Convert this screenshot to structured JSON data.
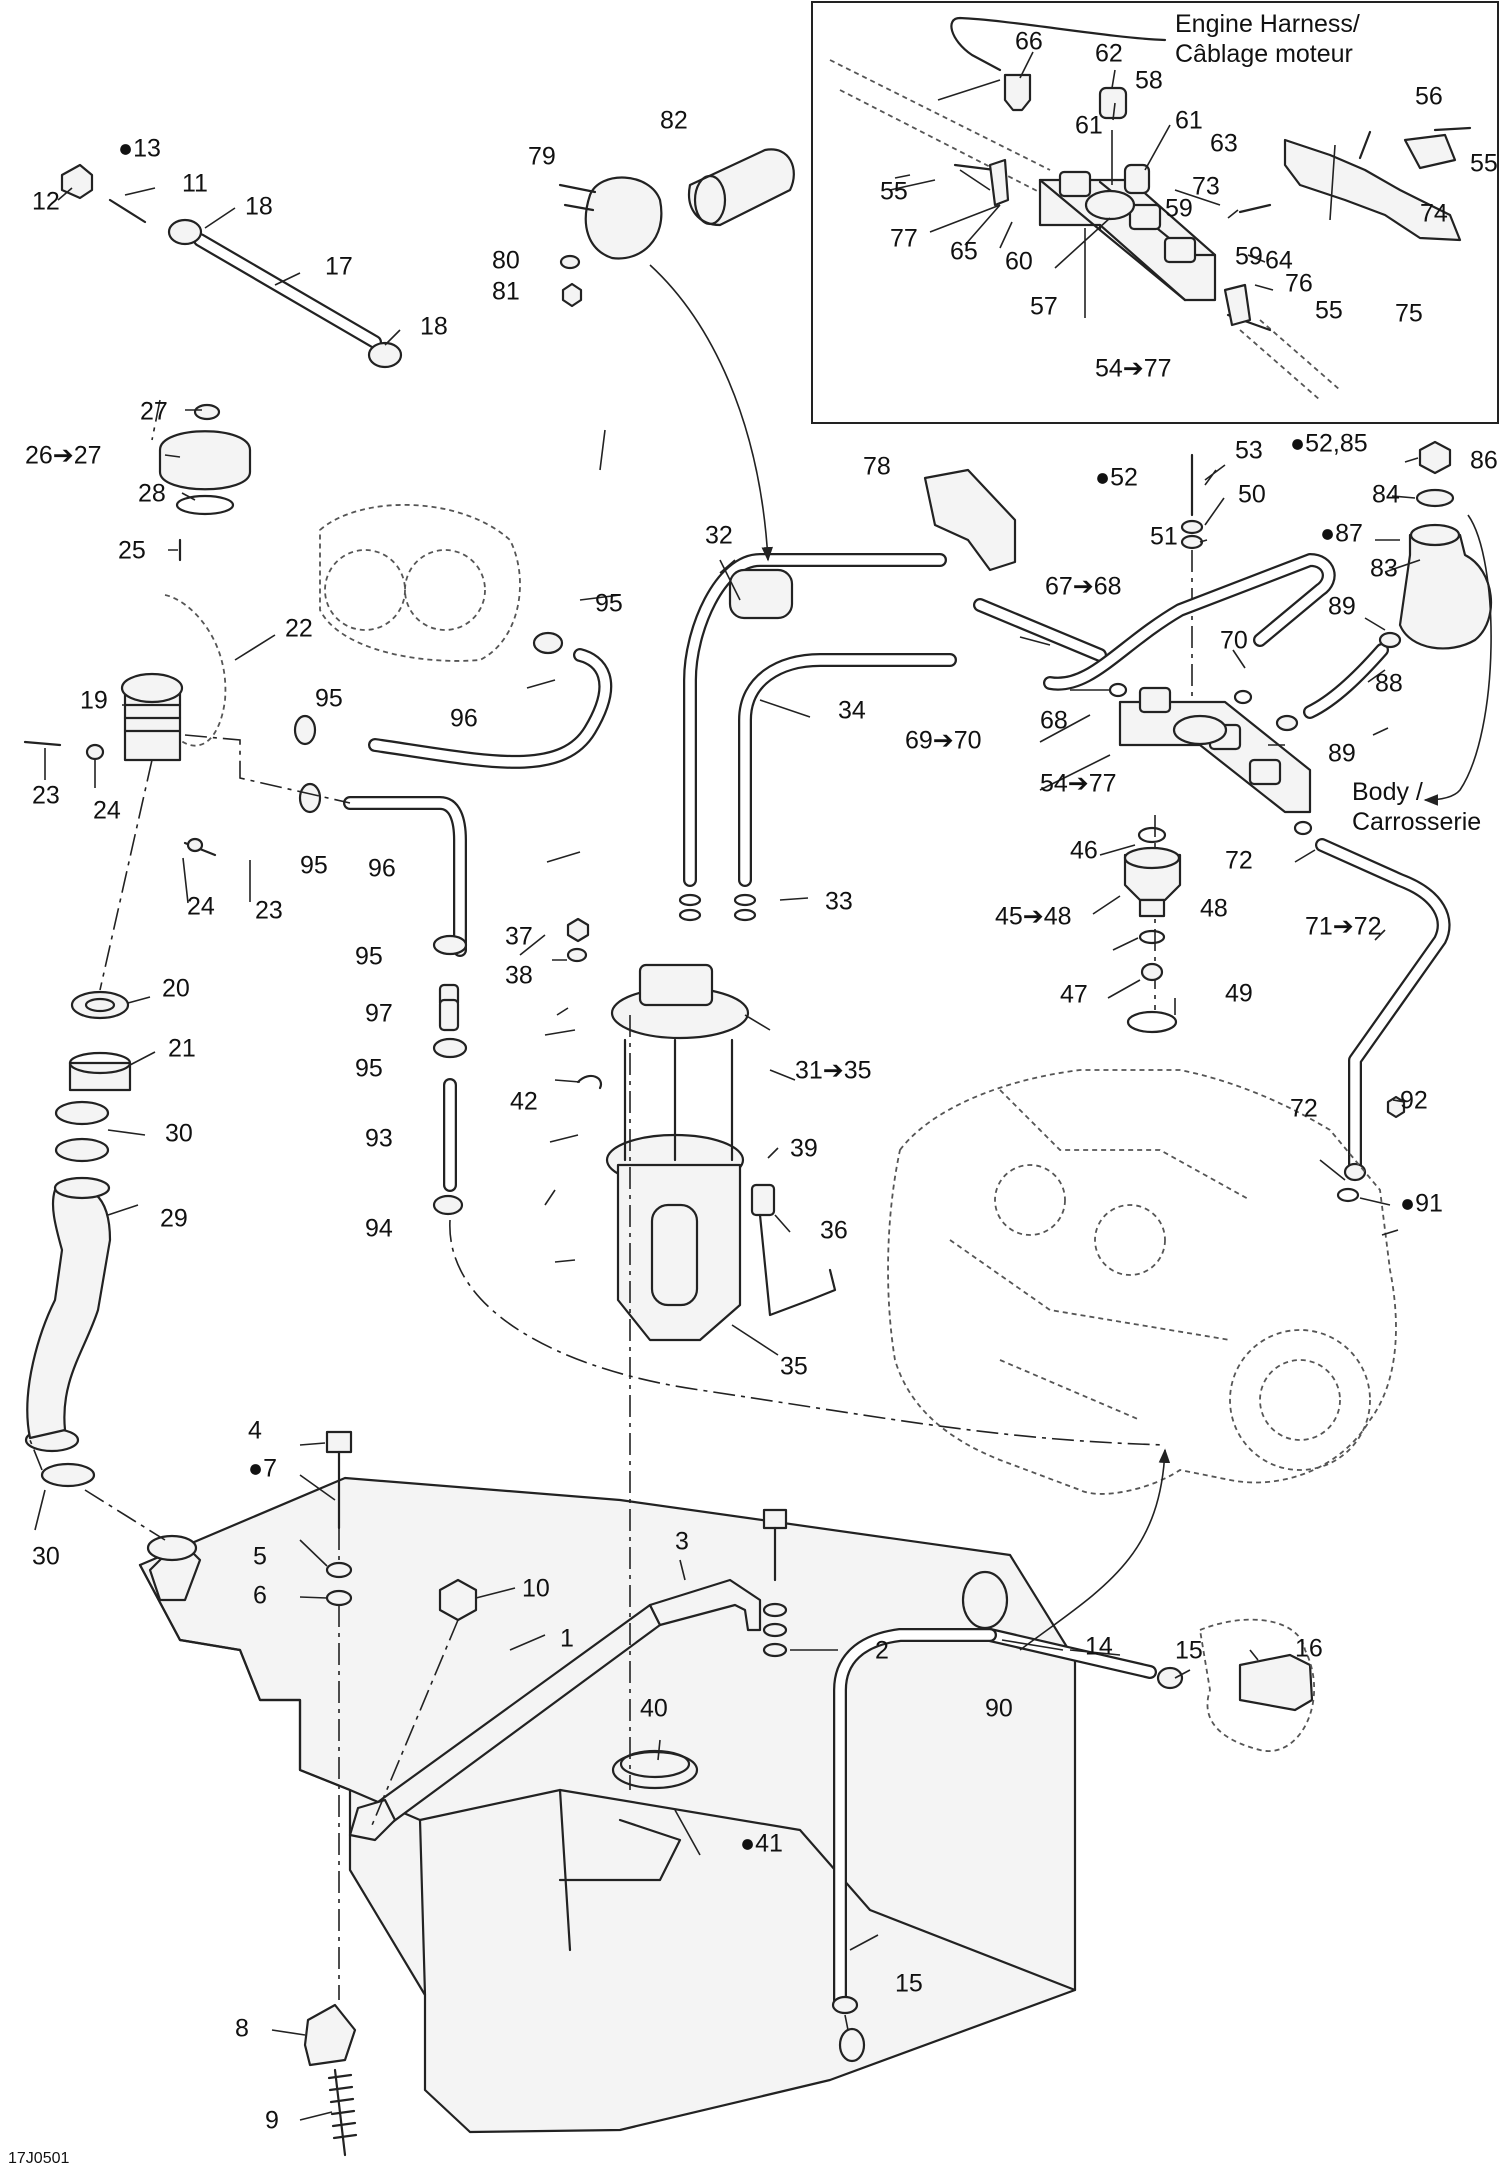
{
  "figure_code": "17J0501",
  "notes": {
    "engine_harness": [
      "Engine Harness/",
      "Câblage moteur"
    ],
    "body": [
      "Body /",
      "Carrosserie"
    ]
  },
  "callouts": [
    {
      "id": "c1",
      "text": "1"
    },
    {
      "id": "c2",
      "text": "2"
    },
    {
      "id": "c3",
      "text": "3"
    },
    {
      "id": "c4",
      "text": "4"
    },
    {
      "id": "c5",
      "text": "5"
    },
    {
      "id": "c6",
      "text": "6"
    },
    {
      "id": "c7",
      "text": "7",
      "drop": true
    },
    {
      "id": "c8",
      "text": "8"
    },
    {
      "id": "c9",
      "text": "9"
    },
    {
      "id": "c10",
      "text": "10"
    },
    {
      "id": "c11",
      "text": "11"
    },
    {
      "id": "c12",
      "text": "12"
    },
    {
      "id": "c13",
      "text": "13",
      "drop": true
    },
    {
      "id": "c14",
      "text": "14"
    },
    {
      "id": "c15a",
      "text": "15"
    },
    {
      "id": "c15b",
      "text": "15"
    },
    {
      "id": "c16",
      "text": "16"
    },
    {
      "id": "c17",
      "text": "17"
    },
    {
      "id": "c18a",
      "text": "18"
    },
    {
      "id": "c18b",
      "text": "18"
    },
    {
      "id": "c19",
      "text": "19"
    },
    {
      "id": "c20",
      "text": "20"
    },
    {
      "id": "c21",
      "text": "21"
    },
    {
      "id": "c22",
      "text": "22"
    },
    {
      "id": "c23a",
      "text": "23"
    },
    {
      "id": "c23b",
      "text": "23"
    },
    {
      "id": "c24a",
      "text": "24"
    },
    {
      "id": "c24b",
      "text": "24"
    },
    {
      "id": "c25",
      "text": "25"
    },
    {
      "id": "c26",
      "text": "26➔27"
    },
    {
      "id": "c27",
      "text": "27"
    },
    {
      "id": "c28",
      "text": "28"
    },
    {
      "id": "c29",
      "text": "29"
    },
    {
      "id": "c30a",
      "text": "30"
    },
    {
      "id": "c30b",
      "text": "30"
    },
    {
      "id": "c31",
      "text": "31➔35"
    },
    {
      "id": "c32",
      "text": "32"
    },
    {
      "id": "c33",
      "text": "33"
    },
    {
      "id": "c34",
      "text": "34"
    },
    {
      "id": "c35",
      "text": "35"
    },
    {
      "id": "c36",
      "text": "36"
    },
    {
      "id": "c37",
      "text": "37"
    },
    {
      "id": "c38",
      "text": "38"
    },
    {
      "id": "c39",
      "text": "39"
    },
    {
      "id": "c40",
      "text": "40"
    },
    {
      "id": "c41",
      "text": "41",
      "drop": true
    },
    {
      "id": "c42",
      "text": "42"
    },
    {
      "id": "c45",
      "text": "45➔48"
    },
    {
      "id": "c46",
      "text": "46"
    },
    {
      "id": "c47",
      "text": "47"
    },
    {
      "id": "c48",
      "text": "48"
    },
    {
      "id": "c49",
      "text": "49"
    },
    {
      "id": "c50",
      "text": "50"
    },
    {
      "id": "c51",
      "text": "51"
    },
    {
      "id": "c52",
      "text": "52",
      "drop": true
    },
    {
      "id": "c53",
      "text": "53"
    },
    {
      "id": "c54a",
      "text": "54➔77"
    },
    {
      "id": "c54b",
      "text": "54➔77"
    },
    {
      "id": "c55a",
      "text": "55"
    },
    {
      "id": "c55b",
      "text": "55"
    },
    {
      "id": "c55c",
      "text": "55"
    },
    {
      "id": "c56",
      "text": "56"
    },
    {
      "id": "c57",
      "text": "57"
    },
    {
      "id": "c58",
      "text": "58"
    },
    {
      "id": "c59a",
      "text": "59"
    },
    {
      "id": "c59b",
      "text": "59"
    },
    {
      "id": "c60",
      "text": "60"
    },
    {
      "id": "c61a",
      "text": "61"
    },
    {
      "id": "c61b",
      "text": "61"
    },
    {
      "id": "c62",
      "text": "62"
    },
    {
      "id": "c63",
      "text": "63"
    },
    {
      "id": "c64",
      "text": "64"
    },
    {
      "id": "c65",
      "text": "65"
    },
    {
      "id": "c66",
      "text": "66"
    },
    {
      "id": "c67",
      "text": "67➔68"
    },
    {
      "id": "c68",
      "text": "68"
    },
    {
      "id": "c69",
      "text": "69➔70"
    },
    {
      "id": "c70",
      "text": "70"
    },
    {
      "id": "c71",
      "text": "71➔72"
    },
    {
      "id": "c72a",
      "text": "72"
    },
    {
      "id": "c72b",
      "text": "72"
    },
    {
      "id": "c73",
      "text": "73"
    },
    {
      "id": "c74",
      "text": "74"
    },
    {
      "id": "c75",
      "text": "75"
    },
    {
      "id": "c76",
      "text": "76"
    },
    {
      "id": "c77a",
      "text": "77"
    },
    {
      "id": "c78",
      "text": "78"
    },
    {
      "id": "c79",
      "text": "79"
    },
    {
      "id": "c80",
      "text": "80"
    },
    {
      "id": "c81",
      "text": "81"
    },
    {
      "id": "c82",
      "text": "82"
    },
    {
      "id": "c83",
      "text": "83"
    },
    {
      "id": "c84",
      "text": "84"
    },
    {
      "id": "c85",
      "text": "52,85",
      "drop": true
    },
    {
      "id": "c86",
      "text": "86"
    },
    {
      "id": "c87",
      "text": "87",
      "drop": true
    },
    {
      "id": "c88",
      "text": "88"
    },
    {
      "id": "c89a",
      "text": "89"
    },
    {
      "id": "c89b",
      "text": "89"
    },
    {
      "id": "c90",
      "text": "90"
    },
    {
      "id": "c91",
      "text": "91",
      "drop": true
    },
    {
      "id": "c92",
      "text": "92"
    },
    {
      "id": "c93",
      "text": "93"
    },
    {
      "id": "c94",
      "text": "94"
    },
    {
      "id": "c95a",
      "text": "95"
    },
    {
      "id": "c95b",
      "text": "95"
    },
    {
      "id": "c95c",
      "text": "95"
    },
    {
      "id": "c95d",
      "text": "95"
    },
    {
      "id": "c95e",
      "text": "95"
    },
    {
      "id": "c96a",
      "text": "96"
    },
    {
      "id": "c96b",
      "text": "96"
    },
    {
      "id": "c97",
      "text": "97"
    }
  ]
}
